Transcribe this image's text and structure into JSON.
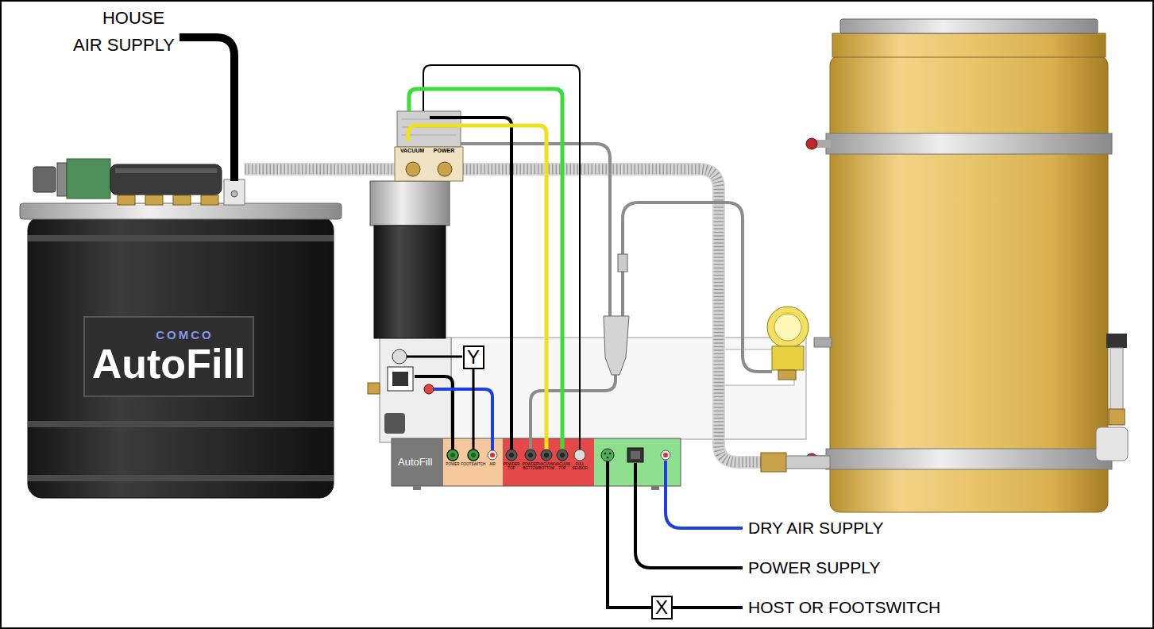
{
  "diagram": {
    "nodes": [
      {
        "text": [
          "COMCO",
          "AutoFill"
        ]
      },
      {
        "text": [
          "Y"
        ]
      },
      {
        "text": [
          "X"
        ]
      },
      {
        "text": [
          "AutoFill"
        ]
      }
    ],
    "edges": [
      {
        "from": 3,
        "to": 1,
        "arrow": "none"
      },
      {
        "from": 3,
        "to": 2,
        "arrow": "none"
      }
    ],
    "labels": [
      "HOUSE AIR SUPPLY",
      "VACUUM",
      "POWER",
      "POWER",
      "FOOTSWITCH",
      "AIR",
      "POWDER TOP",
      "POWDER BOTTOM",
      "VACUUM BOTTOM",
      "VACUUM TOP",
      "FULL SENSOR",
      "DRY AIR SUPPLY",
      "POWER SUPPLY",
      "HOST OR FOOTSWITCH"
    ]
  }
}
